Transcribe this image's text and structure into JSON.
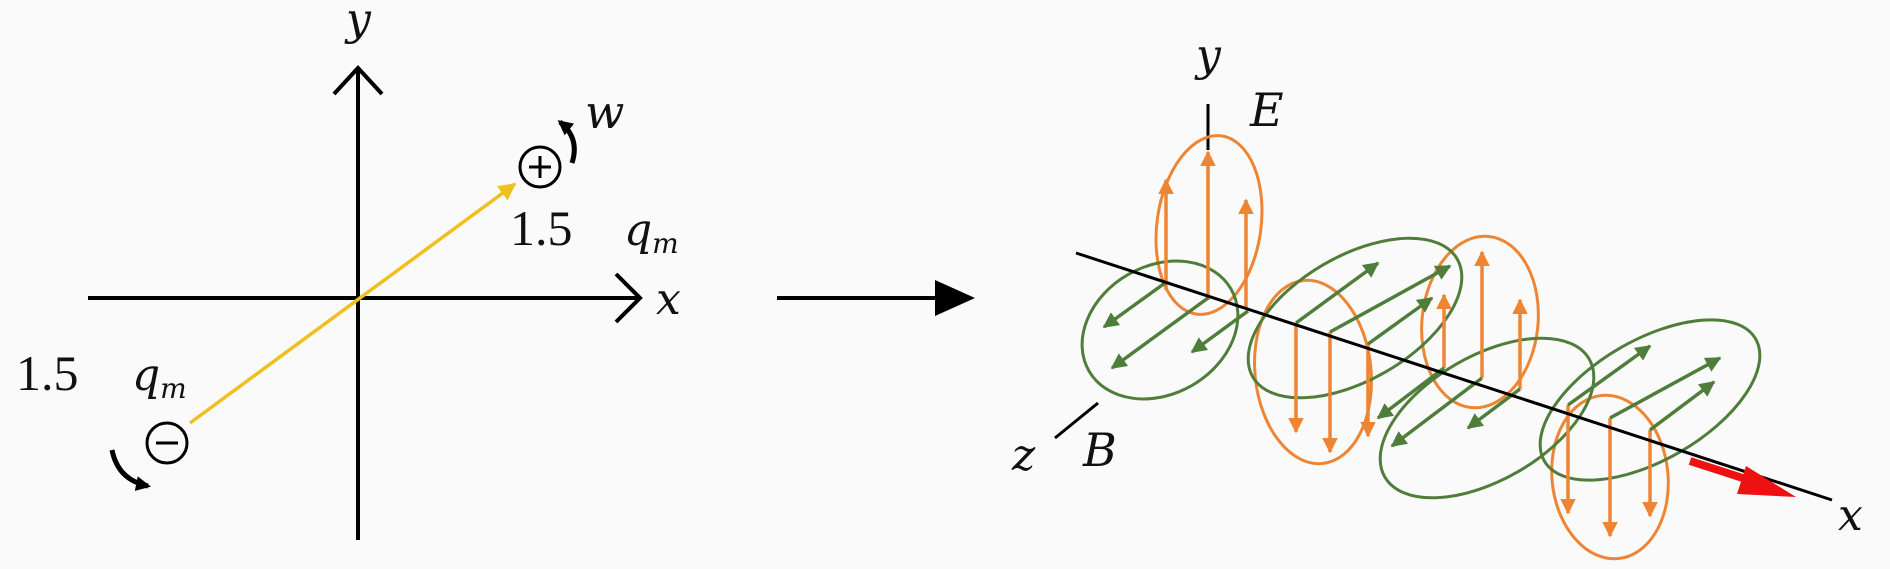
{
  "left_panel": {
    "axis_x_label": "x",
    "axis_y_label": "y",
    "positive_charge_symbol": "+",
    "negative_charge_symbol": "−",
    "positive_magnitude": "1.5",
    "negative_magnitude": "1.5",
    "charge_symbol": "q",
    "charge_subscript": "m",
    "rotation_label": "w"
  },
  "right_panel": {
    "axis_x_label": "x",
    "axis_y_label": "y",
    "axis_z_label": "z",
    "electric_field_label": "E",
    "magnetic_field_label": "B"
  },
  "colors": {
    "dipole_line": "#f0c020",
    "electric_field": "#ee8535",
    "magnetic_field": "#4f7d3a",
    "propagation_arrow": "#ee1111",
    "axes": "#000000"
  }
}
